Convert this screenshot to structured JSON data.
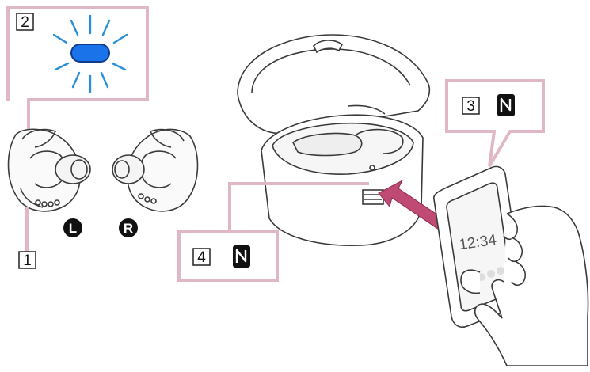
{
  "callouts": [
    {
      "number": "1"
    },
    {
      "number": "2"
    },
    {
      "number": "3"
    },
    {
      "number": "4"
    }
  ],
  "earbuds": {
    "left_mark": "L",
    "right_mark": "R"
  },
  "phone": {
    "clock": "12:34"
  },
  "colors": {
    "callout_line": "#e0b7c6",
    "indicator_light": "#1a73e8",
    "light_rays": "#2a8fd6",
    "arrow": "#bf4a74",
    "outline": "#3a3a3a"
  },
  "icons": [
    "nfc-icon",
    "indicator-light",
    "earbud",
    "charging-case",
    "smartphone",
    "hand",
    "direction-arrow"
  ]
}
